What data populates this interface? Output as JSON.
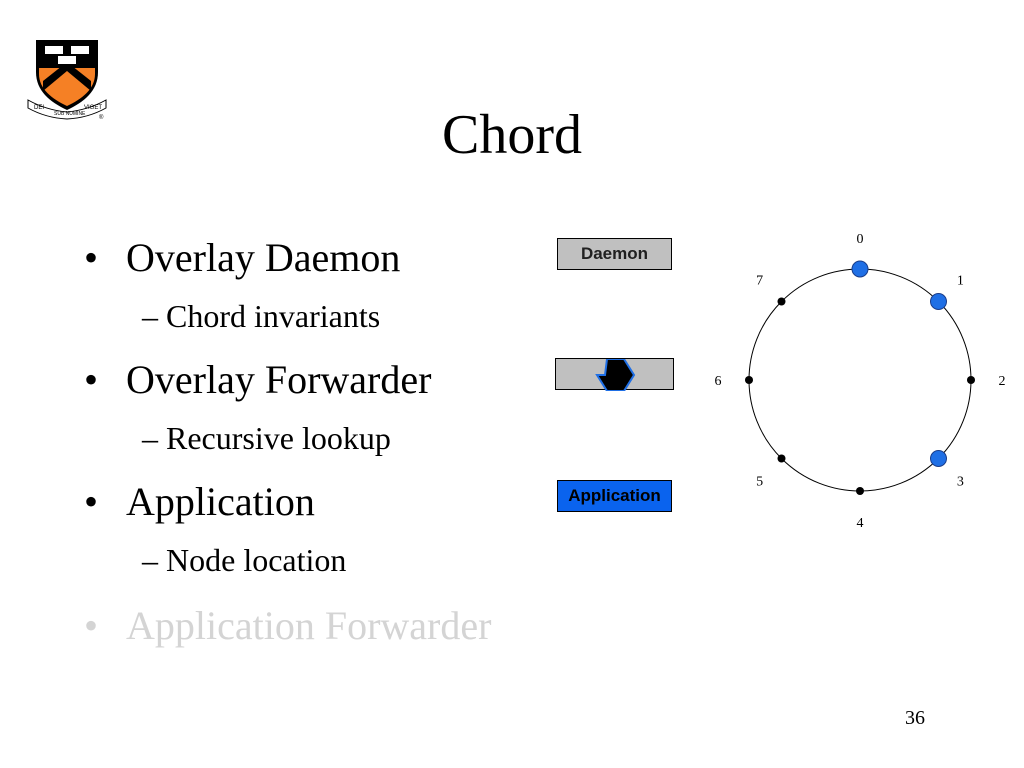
{
  "slide": {
    "title": "Chord",
    "page_number": "36",
    "bullets": [
      {
        "text": "Overlay Daemon",
        "sub": "– Chord invariants",
        "faded": false
      },
      {
        "text": "Overlay Forwarder",
        "sub": "– Recursive lookup",
        "faded": false
      },
      {
        "text": "Application",
        "sub": "– Node location",
        "faded": false
      },
      {
        "text": "Application Forwarder",
        "sub": "",
        "faded": true
      }
    ],
    "bullet_glyph": "•"
  },
  "legend": {
    "daemon_label": "Daemon",
    "application_label": "Application",
    "forwarder_icon": "hexagon-icon"
  },
  "logo": {
    "motto_left": "DEI",
    "motto_center": "SUB NUMINE",
    "motto_right": "VIGET",
    "registered_mark": "®"
  },
  "ring": {
    "node_labels": [
      "0",
      "1",
      "2",
      "3",
      "4",
      "5",
      "6",
      "7"
    ],
    "highlighted_nodes": [
      0,
      1,
      3
    ]
  },
  "colors": {
    "orange": "#f58025",
    "black": "#000000",
    "node_blue": "#1f6fe5",
    "daemon_gray": "#c0c0c0",
    "application_blue": "#0a63ee",
    "faded_text": "#d4d4d4"
  }
}
